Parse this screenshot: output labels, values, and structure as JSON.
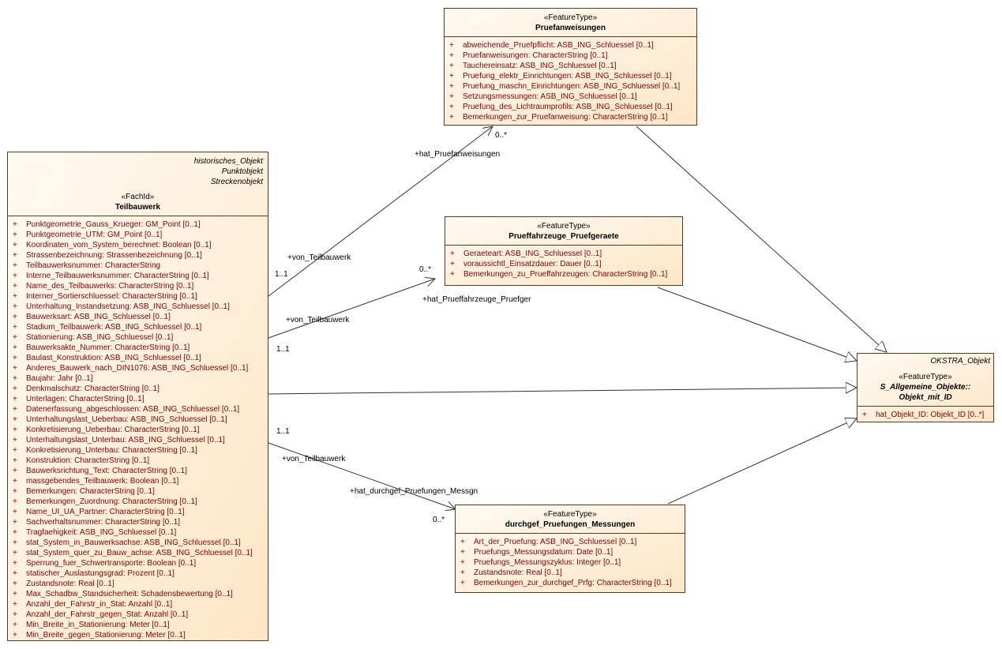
{
  "teilbauwerk": {
    "parents": [
      "historisches_Objekt",
      "Punktobjekt",
      "Streckenobjekt"
    ],
    "stereotype": "«FachId»",
    "name": "Teilbauwerk",
    "attributes": [
      "Punktgeometrie_Gauss_Krueger: GM_Point [0..1]",
      "Punktgeometrie_UTM: GM_Point [0..1]",
      "Koordinaten_vom_System_berechnet: Boolean [0..1]",
      "Strassenbezeichnung: Strassenbezeichnung [0..1]",
      "Teilbauwerksnummer: CharacterString",
      "Interne_Teilbauwerksnummer: CharacterString [0..1]",
      "Name_des_Teilbauwerks: CharacterString [0..1]",
      "Interner_Sortierschluessel: CharacterString [0..1]",
      "Unterhaltung_Instandsetzung: ASB_ING_Schluessel [0..1]",
      "Bauwerksart: ASB_ING_Schluessel [0..1]",
      "Stadium_Teilbauwerk: ASB_ING_Schluessel [0..1]",
      "Stationierung: ASB_ING_Schluessel [0..1]",
      "Bauwerksakte_Nummer: CharacterString [0..1]",
      "Baulast_Konstruktion: ASB_ING_Schluessel [0..1]",
      "Anderes_Bauwerk_nach_DIN1076: ASB_ING_Schluessel [0..1]",
      "Baujahr: Jahr [0..1]",
      "Denkmalschutz: CharacterString [0..1]",
      "Unterlagen: CharacterString [0..1]",
      "Datenerfassung_abgeschlossen: ASB_ING_Schluessel [0..1]",
      "Unterhaltungslast_Ueberbau: ASB_ING_Schluessel [0..1]",
      "Konkretisierung_Ueberbau: CharacterString [0..1]",
      "Unterhaltungslast_Unterbau: ASB_ING_Schluessel [0..1]",
      "Konkretisierung_Unterbau: CharacterString [0..1]",
      "Konstruktion: CharacterString [0..1]",
      "Bauwerksrichtung_Text: CharacterString [0..1]",
      "massgebendes_Teilbauwerk: Boolean [0..1]",
      "Bemerkungen: CharacterString [0..1]",
      "Bemerkungen_Zuordnung: CharacterString [0..1]",
      "Name_UI_UA_Partner: CharacterString [0..1]",
      "Sachverhaltsnummer: CharacterString [0..1]",
      "Tragfaehigkeit: ASB_ING_Schluessel [0..1]",
      "stat_System_in_Bauwerksachse: ASB_ING_Schluessel [0..1]",
      "stat_System_quer_zu_Bauw_achse: ASB_ING_Schluessel [0..1]",
      "Sperrung_fuer_Schwertransporte: Boolean [0..1]",
      "statischer_Auslastungsgrad: Prozent [0..1]",
      "Zustandsnote: Real [0..1]",
      "Max_Schadbw_Standsicherheit: Schadensbewertung [0..1]",
      "Anzahl_der_Fahrstr_in_Stat: Anzahl [0..1]",
      "Anzahl_der_Fahrstr_gegen_Stat: Anzahl [0..1]",
      "Min_Breite_in_Stationierung: Meter [0..1]",
      "Min_Breite_gegen_Stationierung: Meter [0..1]"
    ]
  },
  "pruefanweisungen": {
    "stereotype": "«FeatureType»",
    "name": "Pruefanweisungen",
    "attributes": [
      "abweichende_Pruefpflicht: ASB_ING_Schluessel [0..1]",
      "Pruefanweisungen: CharacterString [0..1]",
      "Tauchereinsatz: ASB_ING_Schluessel [0..1]",
      "Pruefung_elektr_Einrichtungen: ASB_ING_Schluessel [0..1]",
      "Pruefung_maschn_Einrichtungen: ASB_ING_Schluessel [0..1]",
      "Setzungsmessungen: ASB_ING_Schluessel [0..1]",
      "Pruefung_des_Lichtraumprofils: ASB_ING_Schluessel [0..1]",
      "Bemerkungen_zur_Pruefanweisung: CharacterString [0..1]"
    ]
  },
  "prueffahrzeuge": {
    "stereotype": "«FeatureType»",
    "name": "Prueffahrzeuge_Pruefgeraete",
    "attributes": [
      "Geraeteart: ASB_ING_Schluessel [0..1]",
      "voraussichtl_Einsatzdauer: Dauer [0..1]",
      "Bemerkungen_zu_Prueffahrzeugen: CharacterString [0..1]"
    ]
  },
  "messungen": {
    "stereotype": "«FeatureType»",
    "name": "durchgef_Pruefungen_Messungen",
    "attributes": [
      "Art_der_Pruefung: ASB_ING_Schluessel [0..1]",
      "Pruefungs_Messungsdatum: Date [0..1]",
      "Pruefungs_Messungszyklus: Integer [0..1]",
      "Zustandsnote: Real [0..1]",
      "Bemerkungen_zur_durchgef_Prfg: CharacterString [0..1]"
    ]
  },
  "objekt_mit_id": {
    "parent": "OKSTRA_Objekt",
    "stereotype": "«FeatureType»",
    "name_line1": "S_Allgemeine_Objekte::",
    "name_line2": "Objekt_mit_ID",
    "attributes": [
      "hat_Objekt_ID: Objekt_ID [0..*]"
    ]
  },
  "visibility": "+",
  "associations": {
    "pa_role": "+hat_Pruefanweisungen",
    "pa_mult": "0..*",
    "pa_back_role": "+von_Teilbauwerk",
    "pa_back_mult": "1..1",
    "pf_role": "+hat_Prueffahrzeuge_Pruefger",
    "pf_mult": "0..*",
    "pf_back_role": "+von_Teilbauwerk",
    "pf_back_mult": "1..1",
    "me_role": "+hat_durchgef_Pruefungen_Messgn",
    "me_mult": "0..*",
    "me_back_role": "+von_Teilbauwerk",
    "me_back_mult": "1..1"
  },
  "colors": {
    "border": "#5a3a1a",
    "attr_text": "#8b0000",
    "fill_light": "#fffaf2",
    "fill_dark": "#fde6c6"
  }
}
